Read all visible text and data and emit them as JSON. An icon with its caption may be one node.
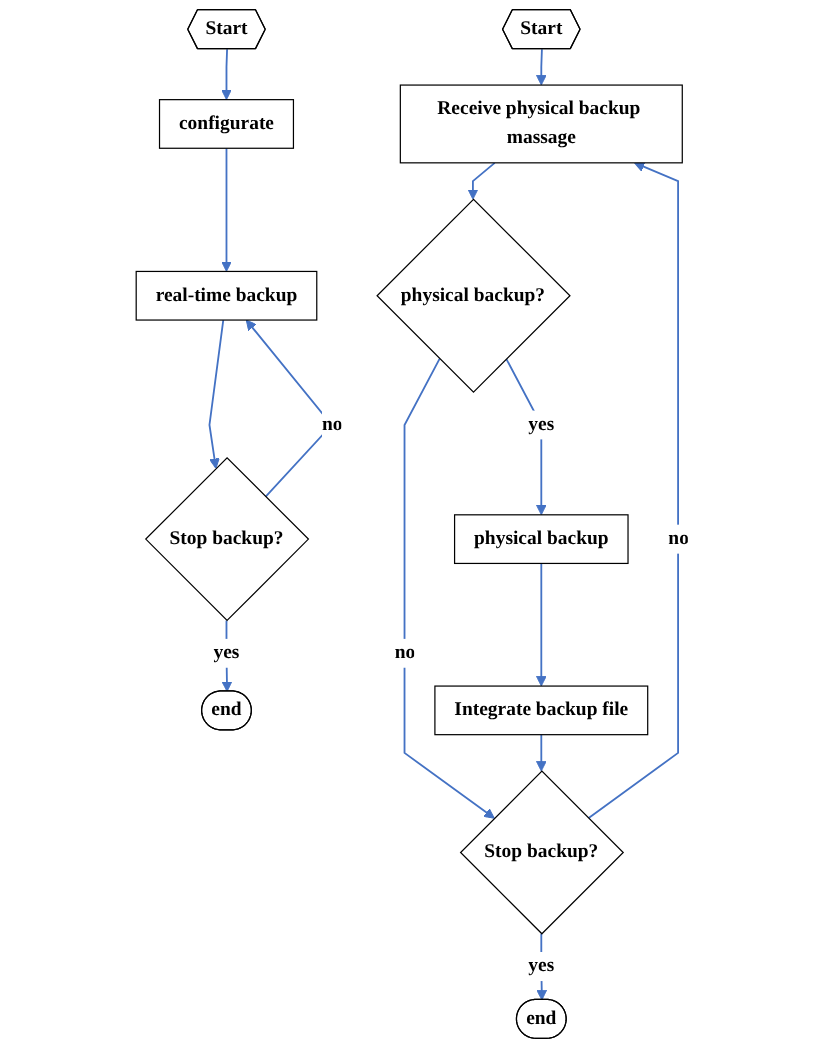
{
  "diagram": {
    "nodes": [
      {
        "text": [
          "Start"
        ]
      },
      {
        "text": [
          "configurate"
        ]
      },
      {
        "text": [
          "real-time backup"
        ]
      },
      {
        "text": [
          "Stop backup?"
        ]
      },
      {
        "text": [
          "end"
        ]
      },
      {
        "text": [
          "Start"
        ]
      },
      {
        "text": [
          "Receive physical backup massage"
        ]
      },
      {
        "text": [
          "physical backup?"
        ]
      },
      {
        "text": [
          "physical backup"
        ]
      },
      {
        "text": [
          "Integrate backup file"
        ]
      },
      {
        "text": [
          "Stop backup?"
        ]
      },
      {
        "text": [
          "end"
        ]
      }
    ],
    "edges": [
      {
        "from": 0,
        "to": 1,
        "arrow": "to"
      },
      {
        "from": 1,
        "to": 2,
        "arrow": "to"
      },
      {
        "from": 2,
        "to": 3,
        "arrow": "to"
      },
      {
        "from": 3,
        "to": 4,
        "arrow": "to",
        "label": "yes"
      },
      {
        "from": 3,
        "to": 2,
        "arrow": "to",
        "label": "no"
      },
      {
        "from": 5,
        "to": 6,
        "arrow": "to"
      },
      {
        "from": 6,
        "to": 7,
        "arrow": "to"
      },
      {
        "from": 7,
        "to": 8,
        "arrow": "to",
        "label": "yes"
      },
      {
        "from": 7,
        "to": 10,
        "arrow": "to",
        "label": "no"
      },
      {
        "from": 8,
        "to": 9,
        "arrow": "to"
      },
      {
        "from": 9,
        "to": 10,
        "arrow": "to"
      },
      {
        "from": 10,
        "to": 11,
        "arrow": "to",
        "label": "yes"
      },
      {
        "from": 10,
        "to": 6,
        "arrow": "to",
        "label": "no"
      }
    ]
  }
}
